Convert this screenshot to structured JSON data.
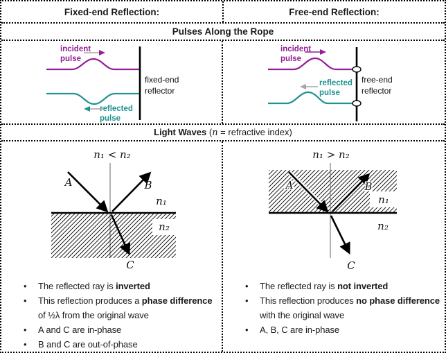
{
  "colors": {
    "purple": "#941d94",
    "teal": "#1f9390",
    "arrow_gray": "#a6a6a6"
  },
  "headers": {
    "fixed": "Fixed-end Reflection:",
    "free": "Free-end Reflection:"
  },
  "sections": {
    "pulses_title": "Pulses Along the Rope",
    "light_title_bold": "Light Waves",
    "light_title_open": "(",
    "light_title_n": "n",
    "light_title_rest": " = refractive index)"
  },
  "rope_fixed": {
    "incident_line1": "incident",
    "incident_line2": "pulse",
    "reflected_line1": "reflected",
    "reflected_line2": "pulse",
    "reflector_line1": "fixed-end",
    "reflector_line2": "reflector"
  },
  "rope_free": {
    "incident_line1": "incident",
    "incident_line2": "pulse",
    "reflected_line1": "reflected",
    "reflected_line2": "pulse",
    "reflector_line1": "free-end",
    "reflector_line2": "reflector"
  },
  "light_left": {
    "condition": "n₁ < n₂",
    "ray_a": "A",
    "ray_b": "B",
    "ray_c": "C",
    "n1": "n₁",
    "n2": "n₂",
    "bullets": {
      "b1_pre": "The reflected ray is ",
      "b1_bold": "inverted",
      "b2_pre": "This reflection produces a ",
      "b2_bold": "phase difference",
      "b2_post": " of ½λ from the original wave",
      "b3": "A and C are in-phase",
      "b4": "B and C are out-of-phase"
    }
  },
  "light_right": {
    "condition": "n₁ > n₂",
    "ray_a": "A",
    "ray_b": "B",
    "ray_c": "C",
    "n1": "n₁",
    "n2": "n₂",
    "bullets": {
      "b1_pre": "The reflected ray is ",
      "b1_bold": "not inverted",
      "b2_pre": "This reflection produces ",
      "b2_bold": "no phase difference",
      "b2_post": " with the original wave",
      "b3": "A, B, C are in-phase"
    }
  }
}
